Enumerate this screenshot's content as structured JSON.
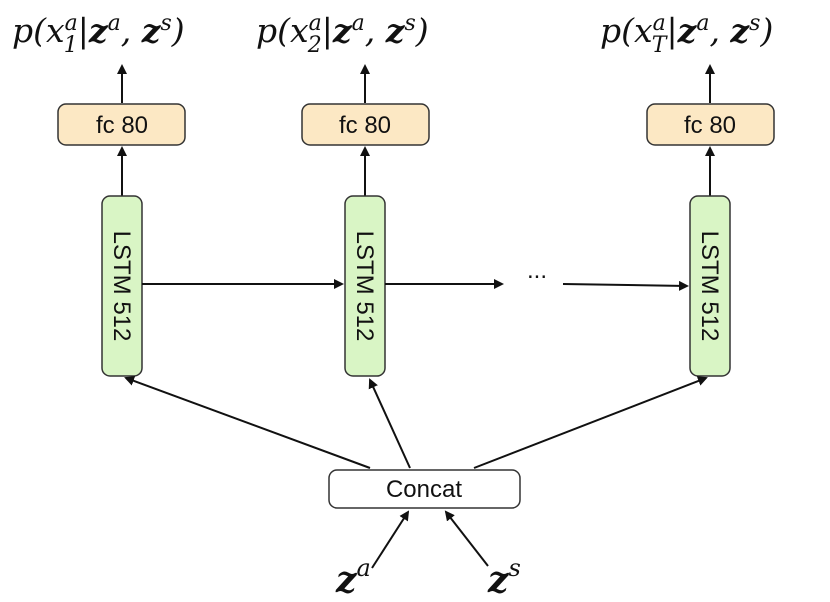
{
  "outputs": [
    {
      "prefix": "p(x",
      "sup": "a",
      "sub": "1",
      "rest": "|",
      "z1": "z",
      "z1sup": "a",
      "comma": ", ",
      "z2": "z",
      "z2sup": "s",
      "close": ")"
    },
    {
      "prefix": "p(x",
      "sup": "a",
      "sub": "2",
      "rest": "|",
      "z1": "z",
      "z1sup": "a",
      "comma": ", ",
      "z2": "z",
      "z2sup": "s",
      "close": ")"
    },
    {
      "prefix": "p(x",
      "sup": "a",
      "sub": "T",
      "rest": "|",
      "z1": "z",
      "z1sup": "a",
      "comma": ", ",
      "z2": "z",
      "z2sup": "s",
      "close": ")"
    }
  ],
  "fc_labels": [
    "fc 80",
    "fc 80",
    "fc 80"
  ],
  "lstm_labels": [
    "LSTM 512",
    "LSTM 512",
    "LSTM 512"
  ],
  "ellipsis": "...",
  "concat_label": "Concat",
  "inputs": [
    {
      "base": "z",
      "sup": "a"
    },
    {
      "base": "z",
      "sup": "s"
    }
  ],
  "colors": {
    "fc_fill": "#fce8c4",
    "lstm_fill": "#d9f5c5",
    "concat_fill": "#ffffff",
    "stroke": "#333333"
  }
}
